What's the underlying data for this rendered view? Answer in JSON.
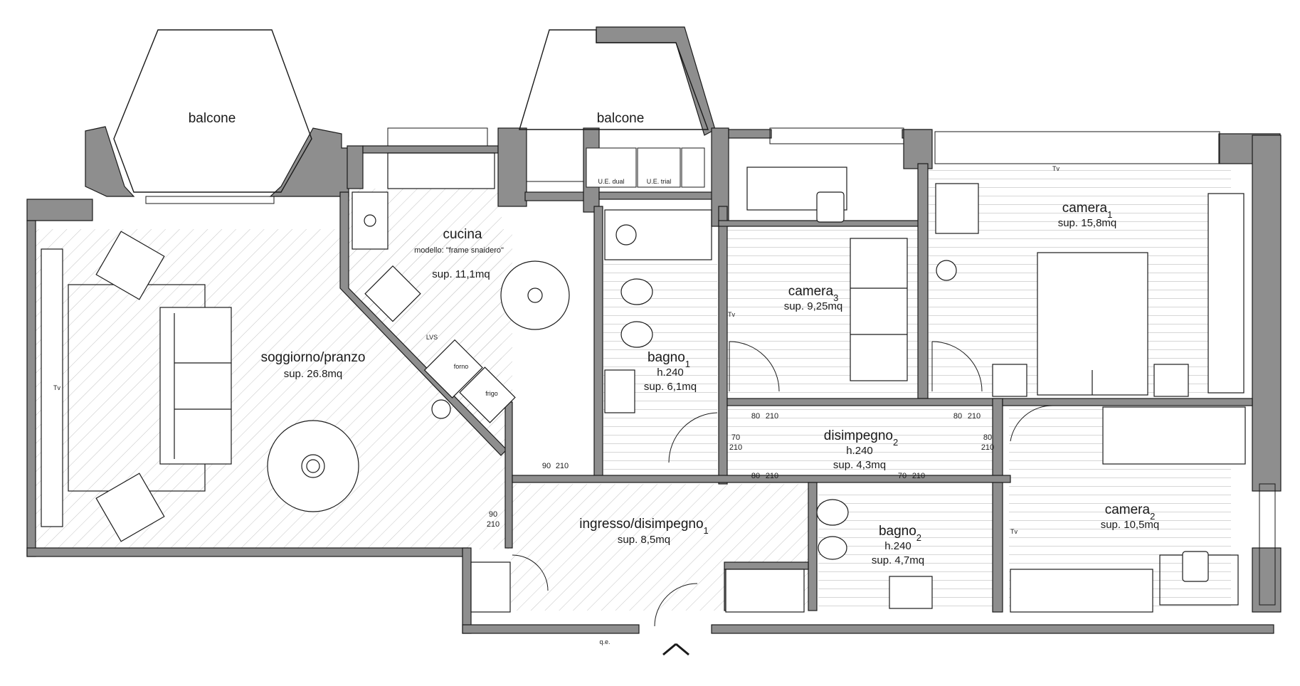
{
  "rooms": {
    "balcony_left": {
      "name": "balcone"
    },
    "balcony_right": {
      "name": "balcone"
    },
    "kitchen": {
      "name": "cucina",
      "model": "modello: \"frame snaidero\"",
      "area": "sup. 11,1mq"
    },
    "living": {
      "name": "soggiorno/pranzo",
      "area": "sup. 26.8mq"
    },
    "bath1": {
      "name": "bagno",
      "index": "1",
      "height": "h.240",
      "area": "sup. 6,1mq"
    },
    "bedroom3": {
      "name": "camera",
      "index": "3",
      "area": "sup. 9,25mq"
    },
    "bedroom1": {
      "name": "camera",
      "index": "1",
      "area": "sup. 15,8mq"
    },
    "hall2": {
      "name": "disimpegno",
      "index": "2",
      "height": "h.240",
      "area": "sup. 4,3mq"
    },
    "entrance": {
      "name": "ingresso/disimpegno",
      "index": "1",
      "area": "sup. 8,5mq"
    },
    "bath2": {
      "name": "bagno",
      "index": "2",
      "height": "h.240",
      "area": "sup. 4,7mq"
    },
    "bedroom2": {
      "name": "camera",
      "index": "2",
      "area": "sup. 10,5mq"
    }
  },
  "units": {
    "ue_dual": "U.E. dual",
    "ue_trial": "U.E. trial"
  },
  "appliances": {
    "lvs": "LVS",
    "forno": "forno",
    "frigo": "frigo"
  },
  "tv": "Tv",
  "meter": "q.e.",
  "doors": {
    "d_kitchen": {
      "w": "90",
      "h": "210"
    },
    "d_living": {
      "w": "90",
      "h": "210"
    },
    "d_bath1": {
      "w": "70",
      "h": "210"
    },
    "d_cam3": {
      "w": "80",
      "h": "210"
    },
    "d_cam1": {
      "w": "80",
      "h": "210"
    },
    "d_cam2": {
      "w": "80",
      "h": "210"
    },
    "d_hall_s": {
      "w": "80",
      "h": "210"
    },
    "d_bath2": {
      "w": "70",
      "h": "210"
    }
  },
  "colors": {
    "wall": "#8e8e8e",
    "line": "#1a1a1a",
    "hatch": "#c4c4c4"
  }
}
